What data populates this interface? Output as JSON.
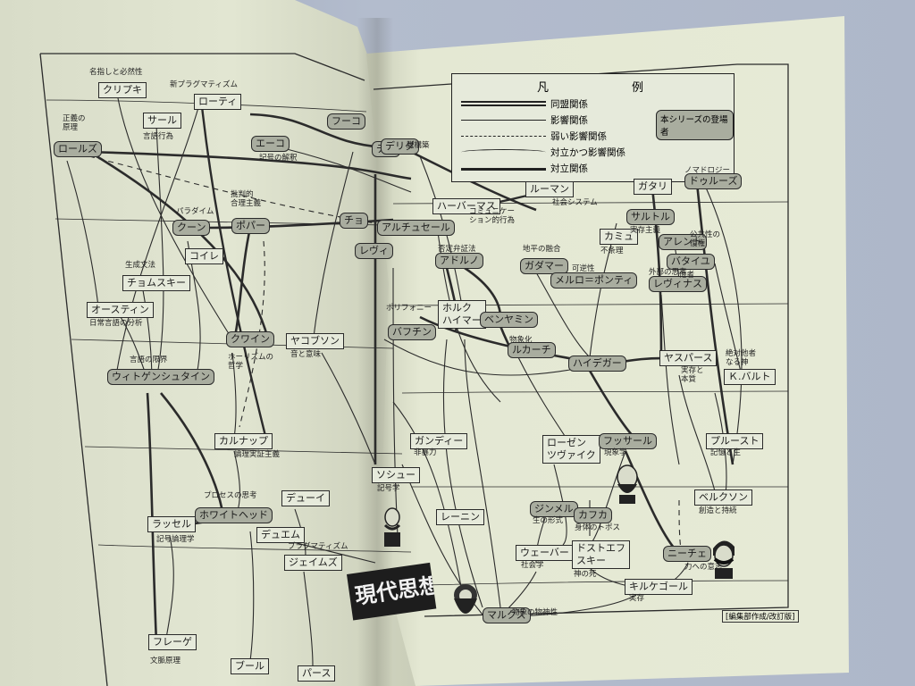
{
  "legend": {
    "title": "凡　例",
    "items": [
      {
        "label": "同盟関係",
        "style": "double"
      },
      {
        "label": "影響関係",
        "style": "solid"
      },
      {
        "label": "弱い影響関係",
        "style": "dashed"
      },
      {
        "label": "対立かつ影響関係",
        "style": "wave"
      },
      {
        "label": "対立関係",
        "style": "thick"
      }
    ],
    "badge": "本シリーズの登場者"
  },
  "book_title": "現代思想",
  "edition_note": "[編集部作成/改訂版]",
  "left_nodes": [
    {
      "id": "kripke",
      "label": "クリプキ",
      "grey": false
    },
    {
      "id": "rorty",
      "label": "ローティ",
      "grey": false
    },
    {
      "id": "searle",
      "label": "サール",
      "grey": false
    },
    {
      "id": "rawls",
      "label": "ロールズ",
      "grey": true
    },
    {
      "id": "eco",
      "label": "エーコ",
      "grey": true
    },
    {
      "id": "kuhn",
      "label": "クーン",
      "grey": true
    },
    {
      "id": "popper",
      "label": "ポパー",
      "grey": true
    },
    {
      "id": "koyre",
      "label": "コイレ",
      "grey": false
    },
    {
      "id": "chomsky",
      "label": "チョムスキー",
      "grey": false
    },
    {
      "id": "austin",
      "label": "オースティン",
      "grey": false
    },
    {
      "id": "quine",
      "label": "クワイン",
      "grey": true
    },
    {
      "id": "jakobson",
      "label": "ヤコブソン",
      "grey": false
    },
    {
      "id": "wittgenstein",
      "label": "ウィトゲンシュタイン",
      "grey": true
    },
    {
      "id": "carnap",
      "label": "カルナップ",
      "grey": false
    },
    {
      "id": "dewey",
      "label": "デューイ",
      "grey": false
    },
    {
      "id": "russell",
      "label": "ラッセル",
      "grey": false
    },
    {
      "id": "whitehead",
      "label": "ホワイトヘッド",
      "grey": true
    },
    {
      "id": "duhem",
      "label": "デュエム",
      "grey": false
    },
    {
      "id": "james",
      "label": "ジェイムズ",
      "grey": false
    },
    {
      "id": "frege",
      "label": "フレーゲ",
      "grey": false
    },
    {
      "id": "boole",
      "label": "ブール",
      "grey": false
    },
    {
      "id": "peirce",
      "label": "パース",
      "grey": false
    },
    {
      "id": "saussure",
      "label": "ソシュー",
      "grey": false
    },
    {
      "id": "chomskyR",
      "label": "チョ",
      "grey": true
    },
    {
      "id": "foucault",
      "label": "フーコ",
      "grey": true
    },
    {
      "id": "levi",
      "label": "レヴィ",
      "grey": true
    },
    {
      "id": "derridaL",
      "label": "デリ",
      "grey": true
    },
    {
      "id": "kristeva",
      "label": "クリステ",
      "grey": true
    }
  ],
  "right_nodes": [
    {
      "id": "derrida",
      "label": "デリダ",
      "grey": true
    },
    {
      "id": "habermas",
      "label": "ハーバーマス",
      "grey": false
    },
    {
      "id": "luhmann",
      "label": "ルーマン",
      "grey": false
    },
    {
      "id": "guattari",
      "label": "ガタリ",
      "grey": false
    },
    {
      "id": "deleuze",
      "label": "ドゥルーズ",
      "grey": true
    },
    {
      "id": "althusser",
      "label": "アルチュセール",
      "grey": true
    },
    {
      "id": "sartre",
      "label": "サルトル",
      "grey": true
    },
    {
      "id": "camus",
      "label": "カミュ",
      "grey": false
    },
    {
      "id": "arendt",
      "label": "アレント",
      "grey": true
    },
    {
      "id": "adorno",
      "label": "アドルノ",
      "grey": true
    },
    {
      "id": "gadamer",
      "label": "ガダマー",
      "grey": true
    },
    {
      "id": "merleau",
      "label": "メルロ＝ポンティ",
      "grey": true
    },
    {
      "id": "bataille",
      "label": "バタイユ",
      "grey": true
    },
    {
      "id": "levinas",
      "label": "レヴィナス",
      "grey": true
    },
    {
      "id": "horkheimer",
      "label": "ホルク\nハイマー",
      "grey": false
    },
    {
      "id": "benjamin",
      "label": "ベンヤミン",
      "grey": true
    },
    {
      "id": "bakhtin",
      "label": "バフチン",
      "grey": true
    },
    {
      "id": "lukacs",
      "label": "ルカーチ",
      "grey": true
    },
    {
      "id": "heidegger",
      "label": "ハイデガー",
      "grey": true
    },
    {
      "id": "jaspers",
      "label": "ヤスパース",
      "grey": false
    },
    {
      "id": "barthes",
      "label": "Ｋ.バルト",
      "grey": false
    },
    {
      "id": "gandhi",
      "label": "ガンディー",
      "grey": false
    },
    {
      "id": "rosenzweig",
      "label": "ローゼン\nツヴァイク",
      "grey": false
    },
    {
      "id": "husserl",
      "label": "フッサール",
      "grey": true
    },
    {
      "id": "proust",
      "label": "プルースト",
      "grey": false
    },
    {
      "id": "lenin",
      "label": "レーニン",
      "grey": false
    },
    {
      "id": "simmel",
      "label": "ジンメル",
      "grey": true
    },
    {
      "id": "kafka",
      "label": "カフカ",
      "grey": true
    },
    {
      "id": "bergson",
      "label": "ベルクソン",
      "grey": false
    },
    {
      "id": "weber",
      "label": "ウェーバー",
      "grey": false
    },
    {
      "id": "dostoevsky",
      "label": "ドストエフ\nスキー",
      "grey": false
    },
    {
      "id": "nietzsche",
      "label": "ニーチェ",
      "grey": true
    },
    {
      "id": "kierkegaard",
      "label": "キルケゴール",
      "grey": false
    },
    {
      "id": "marx",
      "label": "マルクス",
      "grey": true
    }
  ],
  "notes": [
    {
      "id": "n1",
      "text": "名指しと必然性"
    },
    {
      "id": "n2",
      "text": "新プラグマティズム"
    },
    {
      "id": "n3",
      "text": "正義の\n原理"
    },
    {
      "id": "n4",
      "text": "言語行為"
    },
    {
      "id": "n5",
      "text": "記号の解釈"
    },
    {
      "id": "n6",
      "text": "批判的\n合理主義"
    },
    {
      "id": "n7",
      "text": "パラダイム"
    },
    {
      "id": "n8",
      "text": "生成文法"
    },
    {
      "id": "n9",
      "text": "日常言語の分析"
    },
    {
      "id": "n10",
      "text": "言語の限界"
    },
    {
      "id": "n11",
      "text": "ホーリズムの\n哲学"
    },
    {
      "id": "n12",
      "text": "音と意味"
    },
    {
      "id": "n13",
      "text": "論理実証主義"
    },
    {
      "id": "n14",
      "text": "プロセスの思考"
    },
    {
      "id": "n15",
      "text": "記号論理学"
    },
    {
      "id": "n16",
      "text": "プラグマティズム"
    },
    {
      "id": "n17",
      "text": "文脈原理"
    },
    {
      "id": "n18",
      "text": "脱構築"
    },
    {
      "id": "n19",
      "text": "コミュニケー\nション的行為"
    },
    {
      "id": "n20",
      "text": "社会システム"
    },
    {
      "id": "n21",
      "text": "ノマドロジー"
    },
    {
      "id": "n22",
      "text": "実存主義"
    },
    {
      "id": "n23",
      "text": "公共性の\n復権"
    },
    {
      "id": "n24",
      "text": "不条理"
    },
    {
      "id": "n25",
      "text": "地平の融合"
    },
    {
      "id": "n26",
      "text": "可逆性"
    },
    {
      "id": "n27",
      "text": "外部の思考"
    },
    {
      "id": "n28",
      "text": "他者"
    },
    {
      "id": "n29",
      "text": "否定弁証法"
    },
    {
      "id": "n30",
      "text": "ポリフォニー"
    },
    {
      "id": "n31",
      "text": "物象化"
    },
    {
      "id": "n32",
      "text": "実存と\n本質"
    },
    {
      "id": "n33",
      "text": "絶対他者\nなる神"
    },
    {
      "id": "n34",
      "text": "非暴力"
    },
    {
      "id": "n35",
      "text": "現象学"
    },
    {
      "id": "n36",
      "text": "記憶と生"
    },
    {
      "id": "n37",
      "text": "生の形式"
    },
    {
      "id": "n38",
      "text": "身体のトポス"
    },
    {
      "id": "n39",
      "text": "創造と持続"
    },
    {
      "id": "n40",
      "text": "社会学"
    },
    {
      "id": "n41",
      "text": "神の死"
    },
    {
      "id": "n42",
      "text": "力への意志"
    },
    {
      "id": "n43",
      "text": "実存"
    },
    {
      "id": "n44",
      "text": "物象の物神性"
    },
    {
      "id": "n45",
      "text": "記号学"
    }
  ]
}
